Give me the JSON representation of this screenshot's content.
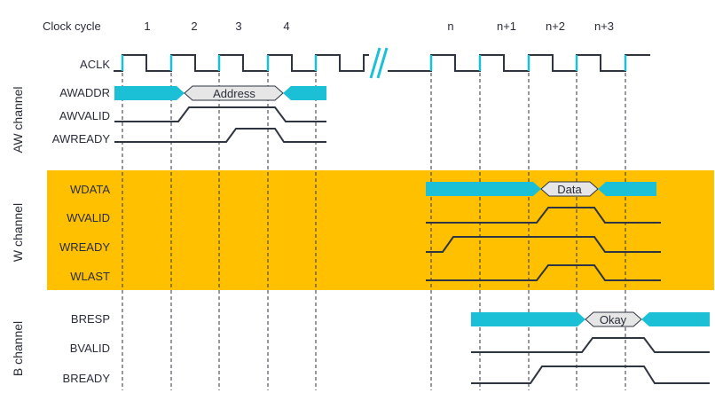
{
  "header": {
    "title": "Clock cycle",
    "cycles_left": [
      "1",
      "2",
      "3",
      "4"
    ],
    "cycles_right": [
      "n",
      "n+1",
      "n+2",
      "n+3"
    ]
  },
  "channels": {
    "aw": "AW channel",
    "w": "W channel",
    "b": "B channel"
  },
  "signals": {
    "aclk": "ACLK",
    "awaddr": "AWADDR",
    "awvalid": "AWVALID",
    "awready": "AWREADY",
    "wdata": "WDATA",
    "wvalid": "WVALID",
    "wready": "WREADY",
    "wlast": "WLAST",
    "bresp": "BRESP",
    "bvalid": "BVALID",
    "bready": "BREADY"
  },
  "bus_values": {
    "address": "Address",
    "data": "Data",
    "okay": "Okay"
  },
  "colors": {
    "bus": "#1bbfd6",
    "bus_label_fill": "#e6e6e6",
    "w_channel_bg": "#ffc000",
    "wave": "#2e3440",
    "clock_edge": "#1bbfd6"
  },
  "break_marker": "//"
}
